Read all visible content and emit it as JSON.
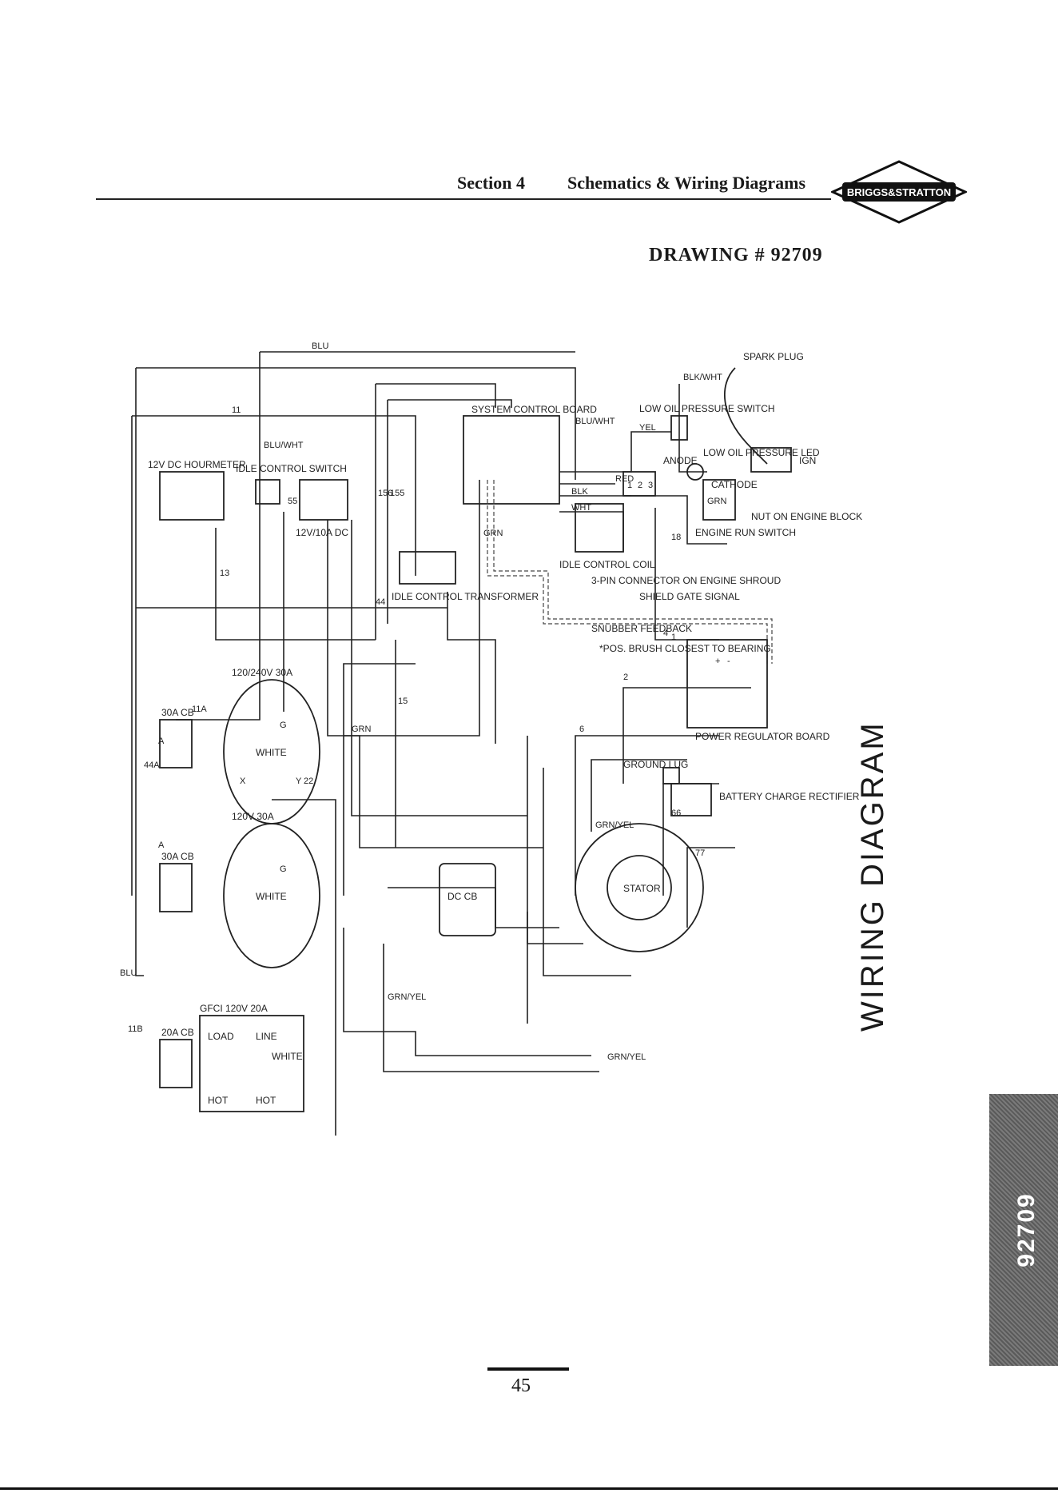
{
  "header": {
    "section_label": "Section 4",
    "section_title": "Schematics & Wiring Diagrams",
    "brand": "BRIGGS&STRATTON"
  },
  "drawing_number": "DRAWING # 92709",
  "diagram_title": "WIRING DIAGRAM",
  "side_tab": "92709",
  "page_number": "45",
  "components": {
    "hourmeter": "12V DC HOURMETER",
    "idle_switch": "IDLE CONTROL SWITCH",
    "dc_outlet": "12V/10A DC",
    "system_board": "SYSTEM CONTROL BOARD",
    "idle_transformer": "IDLE CONTROL TRANSFORMER",
    "idle_coil": "IDLE CONTROL COIL",
    "connector": "3-PIN CONNECTOR ON ENGINE SHROUD",
    "low_oil_switch": "LOW OIL PRESSURE SWITCH",
    "low_oil_led": "LOW OIL PRESSURE LED",
    "anode": "ANODE",
    "cathode": "CATHODE",
    "spark_plug": "SPARK PLUG",
    "ign": "IGN",
    "engine_run_switch": "ENGINE RUN SWITCH",
    "nut": "NUT ON ENGINE BLOCK",
    "shield": "SHIELD GATE SIGNAL",
    "snubber": "SNUBBER FEEDBACK",
    "brush_note": "*POS. BRUSH CLOSEST TO BEARING",
    "power_regulator": "POWER REGULATOR BOARD",
    "rectifier": "BATTERY CHARGE RECTIFIER",
    "ground_lug": "GROUND LUG",
    "stator": "STATOR",
    "dc_cb": "DC CB",
    "cb30_top": "30A CB",
    "cb30_bot": "30A CB",
    "cb20": "20A CB",
    "outlet_240": "120/240V 30A",
    "outlet_120": "120V 30A",
    "gfci": "GFCI 120V 20A",
    "load": "LOAD",
    "line": "LINE",
    "hot": "HOT",
    "white": "WHITE"
  },
  "wire_labels": {
    "blu": "BLU",
    "bluwht": "BLU/WHT",
    "grn": "GRN",
    "grnyel": "GRN/YEL",
    "blk": "BLK",
    "wht": "WHT",
    "red": "RED",
    "yel": "YEL",
    "blkwht": "BLK/WHT",
    "w11": "11",
    "w11a": "11A",
    "w11b": "11B",
    "w13": "13",
    "w15": "15",
    "w22": "22",
    "w44": "44",
    "w44a": "44A",
    "w55": "55",
    "w155": "155",
    "w156": "156",
    "w18": "18",
    "w2": "2",
    "w4": "4",
    "w6": "6",
    "w66": "66",
    "w77": "77",
    "wa": "A",
    "w1": "1",
    "p1": "1",
    "p2": "2",
    "p3": "3",
    "g": "G",
    "x": "X",
    "y": "Y",
    "plus": "+",
    "minus": "-"
  }
}
